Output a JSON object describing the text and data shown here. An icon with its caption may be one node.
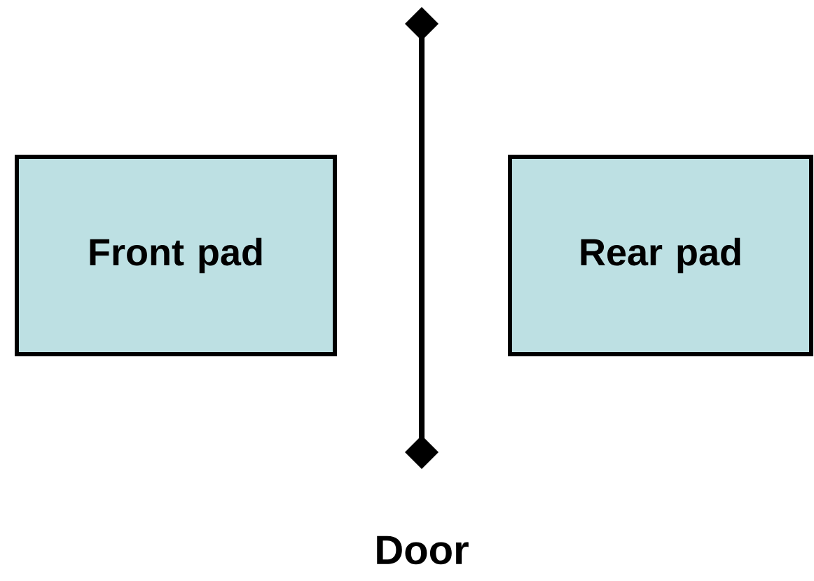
{
  "diagram": {
    "nodes": [
      {
        "text": [
          "Front pad"
        ]
      },
      {
        "text": [
          "Rear pad"
        ]
      }
    ],
    "labels": [
      "Door"
    ]
  }
}
